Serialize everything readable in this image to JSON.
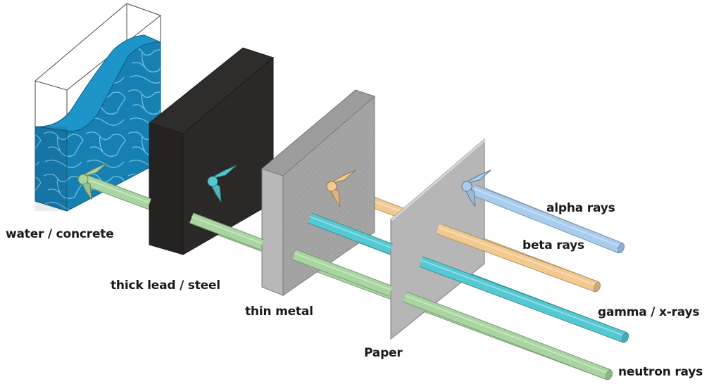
{
  "diagram": {
    "title": "Penetrating power of radiation",
    "barriers": [
      {
        "id": "water",
        "label": "water / concrete",
        "color": "#1b86b8"
      },
      {
        "id": "lead",
        "label": "thick lead / steel",
        "color": "#2b2828"
      },
      {
        "id": "metal",
        "label": "thin metal",
        "color": "#a9a9a9"
      },
      {
        "id": "paper",
        "label": "Paper",
        "color": "#b4b4b4"
      }
    ],
    "rays": [
      {
        "id": "alpha",
        "label": "alpha rays",
        "color": "#a9cdef",
        "stopped_by": "Paper"
      },
      {
        "id": "beta",
        "label": "beta rays",
        "color": "#f3c98f",
        "stopped_by": "thin metal"
      },
      {
        "id": "gamma",
        "label": "gamma / x-rays",
        "color": "#55c9d3",
        "stopped_by": "thick lead / steel"
      },
      {
        "id": "neutron",
        "label": "neutron rays",
        "color": "#a9d6a0",
        "stopped_by": "water / concrete"
      }
    ]
  }
}
